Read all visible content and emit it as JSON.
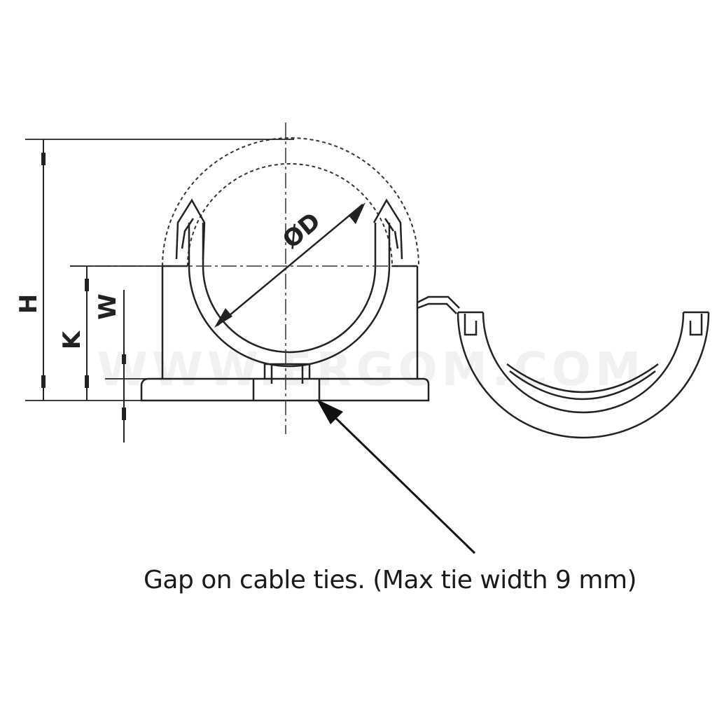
{
  "diagram": {
    "labels": {
      "height": "H",
      "k_dim": "K",
      "w_dim": "W",
      "diameter": "ØD"
    },
    "watermark": "WWW.ERGOM.COM",
    "caption": "Gap on cable ties. (Max tie width 9 mm)",
    "line_color": "#222222"
  }
}
